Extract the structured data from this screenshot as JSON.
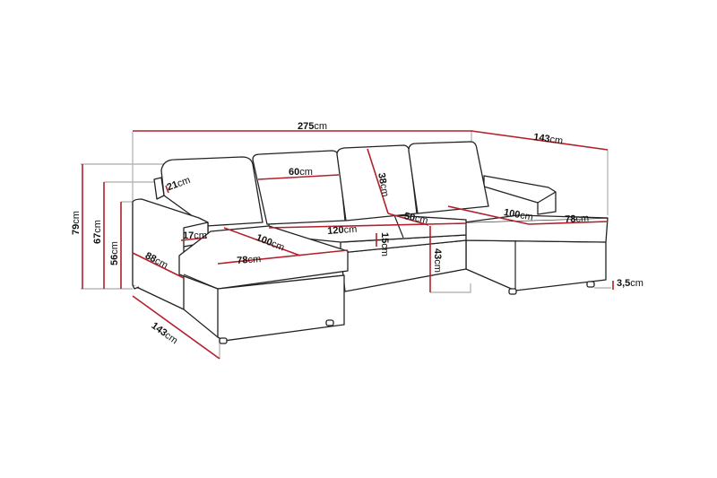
{
  "diagram": {
    "subject": "U-shaped corner sofa with two chaise longues - dimensions",
    "unit": "cm",
    "accent_color": "#b3202a",
    "guide_color": "#b8b8b8",
    "outline_color": "#222222",
    "dimensions": {
      "total_width": {
        "value": "275",
        "unit": "cm"
      },
      "depth_right": {
        "value": "143",
        "unit": "cm"
      },
      "depth_left": {
        "value": "143",
        "unit": "cm"
      },
      "total_height": {
        "value": "79",
        "unit": "cm"
      },
      "back_height": {
        "value": "67",
        "unit": "cm"
      },
      "armrest_height": {
        "value": "56",
        "unit": "cm"
      },
      "headrest_thickness": {
        "value": "21",
        "unit": "cm"
      },
      "backrest_cushion_width": {
        "value": "60",
        "unit": "cm"
      },
      "backrest_cushion_height": {
        "value": "38",
        "unit": "cm"
      },
      "armrest_width": {
        "value": "17",
        "unit": "cm"
      },
      "armrest_length": {
        "value": "88",
        "unit": "cm"
      },
      "chaise_left_length": {
        "value": "100",
        "unit": "cm"
      },
      "chaise_left_width": {
        "value": "78",
        "unit": "cm"
      },
      "middle_seat_width": {
        "value": "120",
        "unit": "cm"
      },
      "seat_cushion_thickness": {
        "value": "15",
        "unit": "cm"
      },
      "seat_depth": {
        "value": "50",
        "unit": "cm"
      },
      "seat_height": {
        "value": "43",
        "unit": "cm"
      },
      "chaise_right_length": {
        "value": "100",
        "unit": "cm"
      },
      "chaise_right_width": {
        "value": "78",
        "unit": "cm"
      },
      "leg_height": {
        "value": "3,5",
        "unit": "cm"
      }
    }
  }
}
